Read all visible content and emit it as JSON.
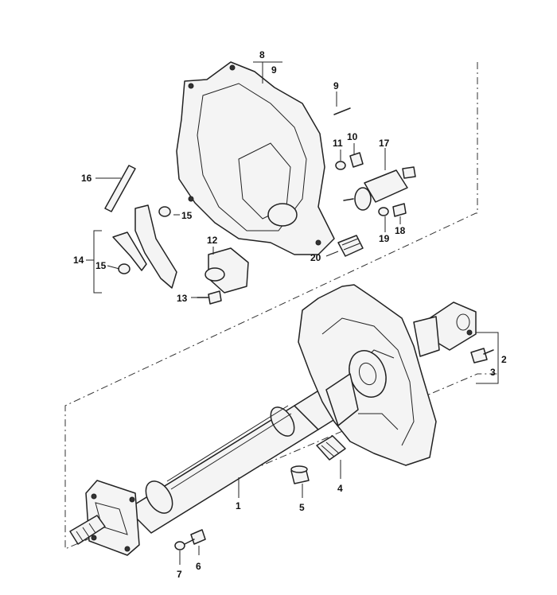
{
  "diagram": {
    "callouts": [
      {
        "id": "1",
        "label": "1"
      },
      {
        "id": "2",
        "label": "2"
      },
      {
        "id": "3",
        "label": "3"
      },
      {
        "id": "4",
        "label": "4"
      },
      {
        "id": "5",
        "label": "5"
      },
      {
        "id": "6",
        "label": "6"
      },
      {
        "id": "7",
        "label": "7"
      },
      {
        "id": "8",
        "label": "8"
      },
      {
        "id": "9a",
        "label": "9"
      },
      {
        "id": "9b",
        "label": "9"
      },
      {
        "id": "10",
        "label": "10"
      },
      {
        "id": "11",
        "label": "11"
      },
      {
        "id": "12",
        "label": "12"
      },
      {
        "id": "13",
        "label": "13"
      },
      {
        "id": "14",
        "label": "14"
      },
      {
        "id": "15a",
        "label": "15"
      },
      {
        "id": "15b",
        "label": "15"
      },
      {
        "id": "16",
        "label": "16"
      },
      {
        "id": "17",
        "label": "17"
      },
      {
        "id": "18",
        "label": "18"
      },
      {
        "id": "19",
        "label": "19"
      },
      {
        "id": "20",
        "label": "20"
      }
    ]
  }
}
